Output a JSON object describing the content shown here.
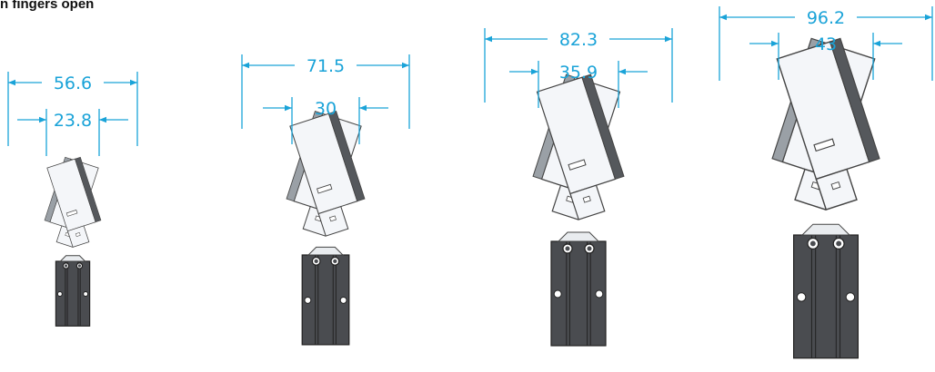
{
  "title": "n fingers open",
  "colors": {
    "dimension": "#1aa3d8",
    "finger_face": "#f4f6f9",
    "finger_side": "#9aa0a6",
    "finger_back": "#55585c",
    "body": "#4a4c50",
    "body_line": "#222222"
  },
  "grippers": [
    {
      "outer": "56.6",
      "inner": "23.8"
    },
    {
      "outer": "71.5",
      "inner": "30"
    },
    {
      "outer": "82.3",
      "inner": "35.9"
    },
    {
      "outer": "96.2",
      "inner": "43"
    }
  ]
}
